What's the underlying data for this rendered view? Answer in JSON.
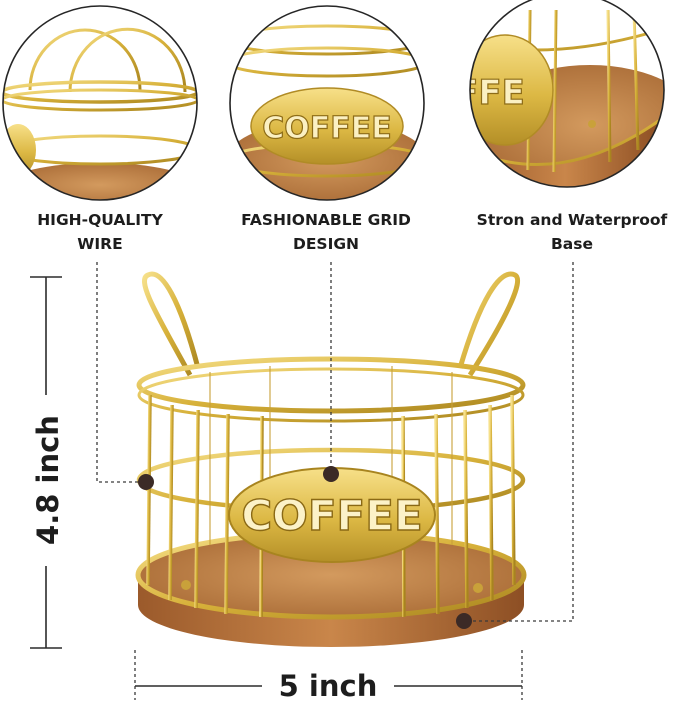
{
  "features": [
    {
      "label": "HIGH-QUALITY\nWIRE",
      "detail": "handles-closeup"
    },
    {
      "label": "FASHIONABLE GRID\nDESIGN",
      "detail": "coffee-plate-closeup"
    },
    {
      "label": "Stron and Waterproof\nBase",
      "detail": "wood-base-closeup"
    }
  ],
  "product": {
    "plate_text": "COFFEE"
  },
  "dimensions": {
    "height": "4.8 inch",
    "width": "5 inch"
  },
  "colors": {
    "gold": "#d9b53c",
    "gold_light": "#f3dc78",
    "gold_dark": "#a9841e",
    "wood": "#b8743d",
    "wood_dark": "#8a4f24",
    "marker": "#3b2a26",
    "text": "#1d1d1d"
  }
}
